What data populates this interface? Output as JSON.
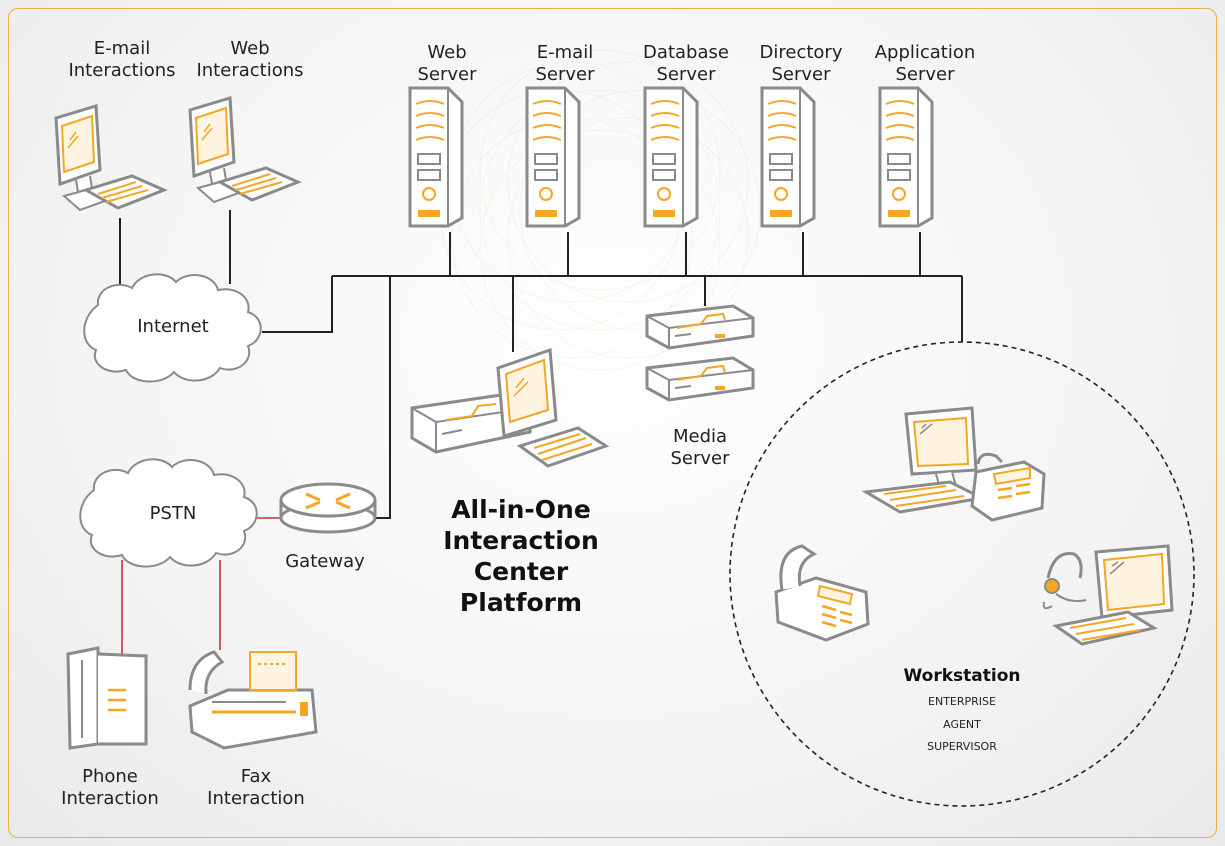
{
  "labels": {
    "email_interactions": "E-mail\nInteractions",
    "web_interactions": "Web\nInteractions",
    "web_server": "Web\nServer",
    "email_server": "E-mail\nServer",
    "database_server": "Database\nServer",
    "directory_server": "Directory\nServer",
    "application_server": "Application\nServer",
    "internet": "Internet",
    "media_server": "Media\nServer",
    "pstn": "PSTN",
    "gateway": "Gateway",
    "platform": "All-in-One\nInteraction\nCenter\nPlatform",
    "phone_interaction": "Phone\nInteraction",
    "fax_interaction": "Fax\nInteraction"
  },
  "workstation": {
    "title": "Workstation",
    "roles": [
      "ENTERPRISE",
      "AGENT",
      "SUPERVISOR"
    ]
  },
  "colors": {
    "accent": "#f5a623",
    "device_outline": "#8a8a8a",
    "network_line": "#222222",
    "pstn_line": "#c9343a",
    "frame": "#e7b24a"
  }
}
